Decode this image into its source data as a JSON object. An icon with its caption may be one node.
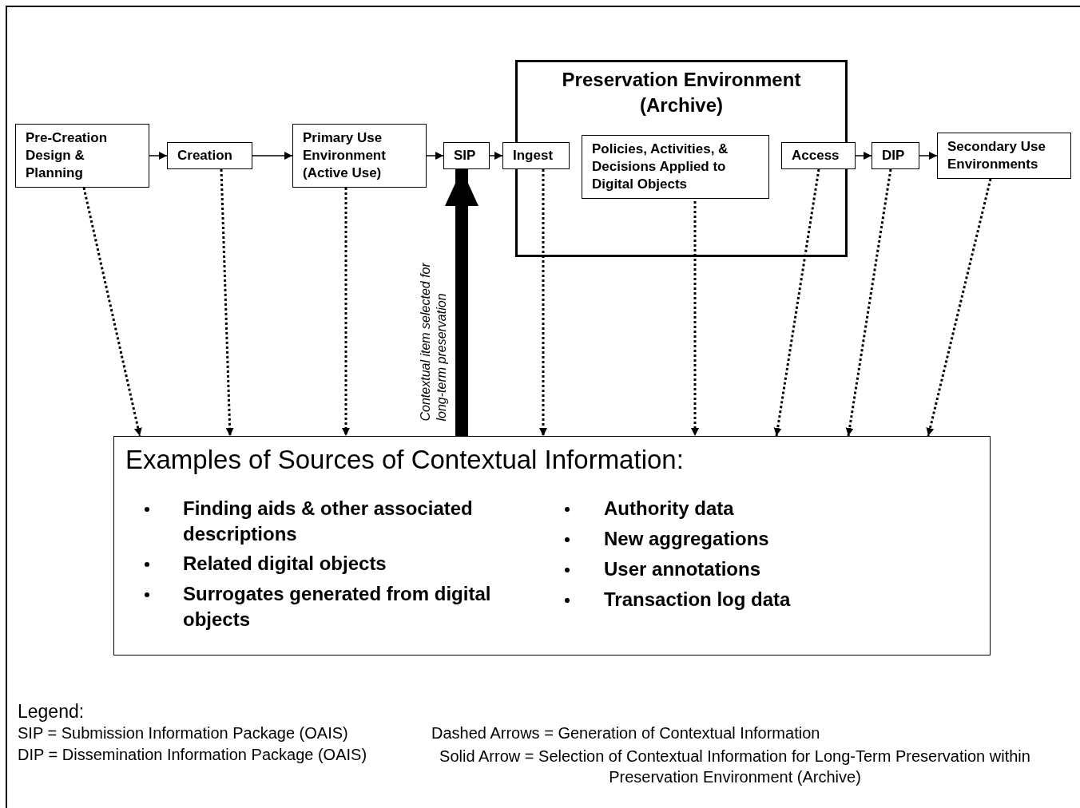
{
  "diagram": {
    "nodes": [
      {
        "text": [
          "Pre-Creation Design & Planning"
        ]
      },
      {
        "text": [
          "Creation"
        ]
      },
      {
        "text": [
          "Primary Use Environment (Active Use)"
        ]
      },
      {
        "text": [
          "SIP"
        ]
      },
      {
        "text": [
          "Preservation Environment (Archive)"
        ]
      },
      {
        "text": [
          "Ingest"
        ]
      },
      {
        "text": [
          "Policies, Activities, & Decisions Applied to Digital Objects"
        ],
        "in": 4
      },
      {
        "text": [
          "Access"
        ]
      },
      {
        "text": [
          "DIP"
        ]
      },
      {
        "text": [
          "Secondary Use Environments"
        ]
      },
      {
        "text": [
          "Examples of Sources of Contextual Information:",
          "Finding aids & other associated descriptions",
          "Related digital objects",
          "Surrogates generated from digital objects",
          "Authority data",
          "New aggregations",
          "User annotations",
          "Transaction log data"
        ]
      }
    ],
    "edges": [
      {
        "from": 0,
        "to": 1,
        "arrow": "to"
      },
      {
        "from": 1,
        "to": 2,
        "arrow": "to"
      },
      {
        "from": 2,
        "to": 3,
        "arrow": "to"
      },
      {
        "from": 3,
        "to": 5,
        "arrow": "to"
      },
      {
        "from": 7,
        "to": 8,
        "arrow": "to"
      },
      {
        "from": 8,
        "to": 9,
        "arrow": "to"
      },
      {
        "from": 0,
        "to": 10,
        "arrow": "to",
        "style": "dashed"
      },
      {
        "from": 1,
        "to": 10,
        "arrow": "to",
        "style": "dashed"
      },
      {
        "from": 2,
        "to": 10,
        "arrow": "to",
        "style": "dashed"
      },
      {
        "from": 5,
        "to": 10,
        "arrow": "to",
        "style": "dashed"
      },
      {
        "from": 6,
        "to": 10,
        "arrow": "to",
        "style": "dashed"
      },
      {
        "from": 7,
        "to": 10,
        "arrow": "to",
        "style": "dashed"
      },
      {
        "from": 8,
        "to": 10,
        "arrow": "to",
        "style": "dashed"
      },
      {
        "from": 9,
        "to": 10,
        "arrow": "to",
        "style": "dashed"
      },
      {
        "from": 10,
        "to": 3,
        "arrow": "to",
        "style": "thick",
        "label": "Contextual item selected for long-term preservation"
      }
    ],
    "labels": [
      "Legend:",
      "SIP = Submission Information Package (OAIS)",
      "Dashed Arrows = Generation of Contextual Information",
      "DIP = Dissemination Information Package (OAIS)",
      "Solid Arrow = Selection of Contextual Information for Long-Term Preservation within Preservation Environment (Archive)"
    ]
  }
}
